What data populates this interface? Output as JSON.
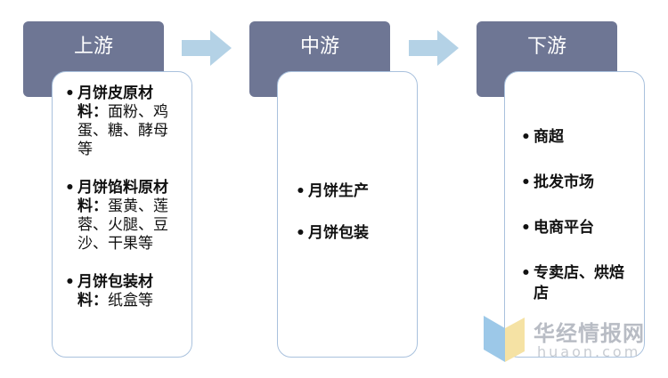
{
  "stages": [
    {
      "title": "上游",
      "items": [
        {
          "head": "月饼皮原材料：",
          "rest": "面粉、鸡蛋、糖、酵母等"
        },
        {
          "head": "月饼馅料原材料：",
          "rest": "蛋黄、莲蓉、火腿、豆沙、干果等"
        },
        {
          "head": "月饼包装材料：",
          "rest": "纸盒等"
        }
      ]
    },
    {
      "title": "中游",
      "items": [
        "月饼生产",
        "月饼包装"
      ]
    },
    {
      "title": "下游",
      "items": [
        "商超",
        "批发市场",
        "电商平台",
        "专卖店、烘焙店"
      ]
    }
  ],
  "watermark": {
    "brand": "华经情报网",
    "url": "huaon.com"
  },
  "colors": {
    "header": "#6e7694",
    "box_border": "#a9c1dd",
    "arrow": "#b4d2e6"
  }
}
